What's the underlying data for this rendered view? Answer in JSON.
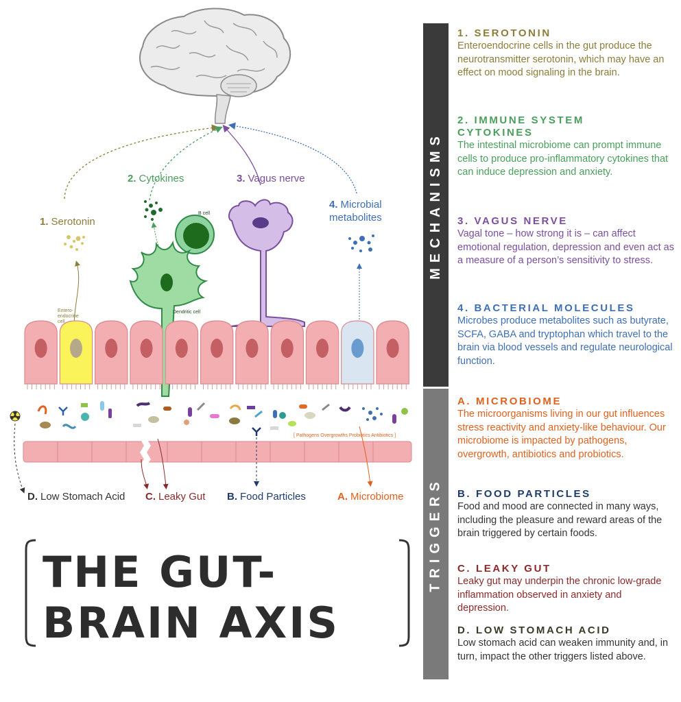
{
  "title": {
    "line1": "THE GUT-",
    "line2": "BRAIN AXIS"
  },
  "sidebar": {
    "mechanisms": "MECHANISMS",
    "triggers": "TRIGGERS"
  },
  "diagram_labels": {
    "serotonin": {
      "num": "1.",
      "text": "Serotonin"
    },
    "cytokines": {
      "num": "2.",
      "text": "Cytokines"
    },
    "vagus": {
      "num": "3.",
      "text": "Vagus nerve"
    },
    "metabolites": {
      "num": "4.",
      "text": "Microbial",
      "text2": "metabolites"
    },
    "b_cell": "B cell",
    "dendritic_cell": "Dendritic cell",
    "enteroendocrine": {
      "line1": "Entero-",
      "line2": "endocrine",
      "line3": "cell"
    },
    "microbe_legend": "[ Pathogens Overgrowths Probiotics Antibiotics ]",
    "low_acid": {
      "letter": "D.",
      "text": "Low Stomach Acid"
    },
    "leaky_gut": {
      "letter": "C.",
      "text": "Leaky Gut"
    },
    "food": {
      "letter": "B.",
      "text": "Food Particles"
    },
    "microbiome": {
      "letter": "A.",
      "text": "Microbiome"
    }
  },
  "mechanisms": [
    {
      "heading": "1. SEROTONIN",
      "body": "Enteroendocrine cells in the gut produce the neurotransmitter serotonin, which may have an effect on mood signaling in the brain."
    },
    {
      "heading": "2. IMMUNE SYSTEM CYTOKINES",
      "body": "The intestinal microbiome can prompt immune cells to produce pro-inflammatory cytokines that can induce depression and anxiety."
    },
    {
      "heading": "3. VAGUS NERVE",
      "body": "Vagal tone – how strong it is – can affect emotional regulation, depression and even act as a measure of a person’s sensitivity to stress."
    },
    {
      "heading": "4. BACTERIAL MOLECULES",
      "body": "Microbes produce metabolites such as butyrate, SCFA, GABA and tryptophan which travel to the brain via blood vessels and regulate neurological function."
    }
  ],
  "triggers": [
    {
      "heading": "A. MICROBIOME",
      "body": "The microorganisms living in our gut influences stress reactivity and anxiety-like behaviour. Our microbiome is impacted by pathogens, overgrowth, antibiotics and probiotics."
    },
    {
      "heading": "B. FOOD PARTICLES",
      "body": "Food and mood are connected in many ways, including the pleasure and reward areas of the brain triggered by certain foods."
    },
    {
      "heading": "C. LEAKY GUT",
      "body": "Leaky gut may underpin the chronic low-grade inflammation observed in anxiety and depression."
    },
    {
      "heading": "D. LOW STOMACH ACID",
      "body": "Low stomach acid can weaken immunity and, in turn, impact the other triggers listed above."
    }
  ],
  "colors": {
    "serotonin": "#8b7d3a",
    "cytokines": "#4a9e5c",
    "vagus": "#7b4f9d",
    "metabolites": "#3f6fb5",
    "microbiome": "#e0621e",
    "food": "#1f3b6b",
    "leaky_gut": "#8b2a2a",
    "low_acid": "#3a3a2a",
    "sidebar_dark": "#3a3a3a",
    "sidebar_light": "#7a7a7a",
    "cell_pink": "#f2aeb0",
    "cell_nucleus": "#c45f63"
  }
}
